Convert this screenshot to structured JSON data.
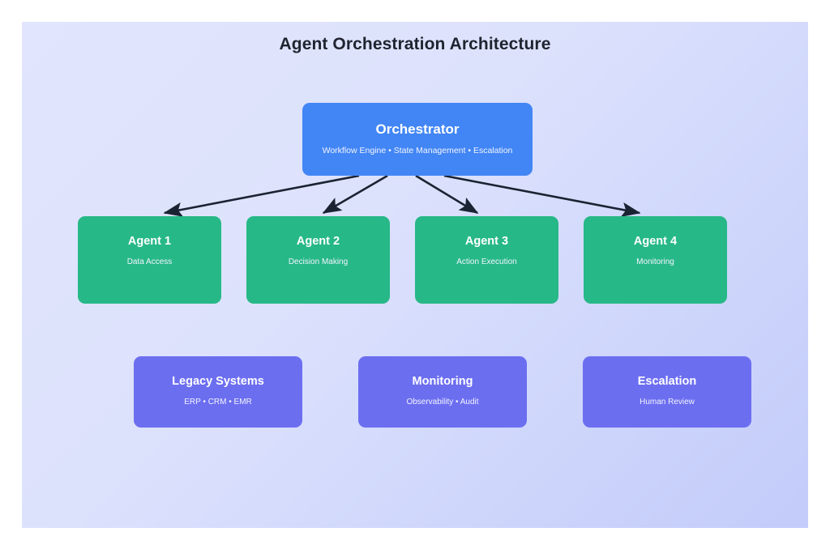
{
  "diagram": {
    "title": "Agent Orchestration Architecture",
    "colors": {
      "canvas_gradient_start": "#e1e5fd",
      "canvas_gradient_end": "#c3ccfa",
      "orchestrator": "#4286f5",
      "agent": "#27b887",
      "support": "#6c6ef0",
      "connector": "#1a2332",
      "title_text": "#1f2430",
      "node_text": "#ffffff"
    },
    "orchestrator": {
      "title": "Orchestrator",
      "subtitle": "Workflow Engine • State Management • Escalation"
    },
    "agents": [
      {
        "title": "Agent 1",
        "subtitle": "Data Access"
      },
      {
        "title": "Agent 2",
        "subtitle": "Decision Making"
      },
      {
        "title": "Agent 3",
        "subtitle": "Action Execution"
      },
      {
        "title": "Agent 4",
        "subtitle": "Monitoring"
      }
    ],
    "support": [
      {
        "title": "Legacy Systems",
        "subtitle": "ERP • CRM • EMR"
      },
      {
        "title": "Monitoring",
        "subtitle": "Observability • Audit"
      },
      {
        "title": "Escalation",
        "subtitle": "Human Review"
      }
    ],
    "connections": [
      {
        "from": "Orchestrator",
        "to": "Agent 1"
      },
      {
        "from": "Orchestrator",
        "to": "Agent 2"
      },
      {
        "from": "Orchestrator",
        "to": "Agent 3"
      },
      {
        "from": "Orchestrator",
        "to": "Agent 4"
      }
    ]
  }
}
